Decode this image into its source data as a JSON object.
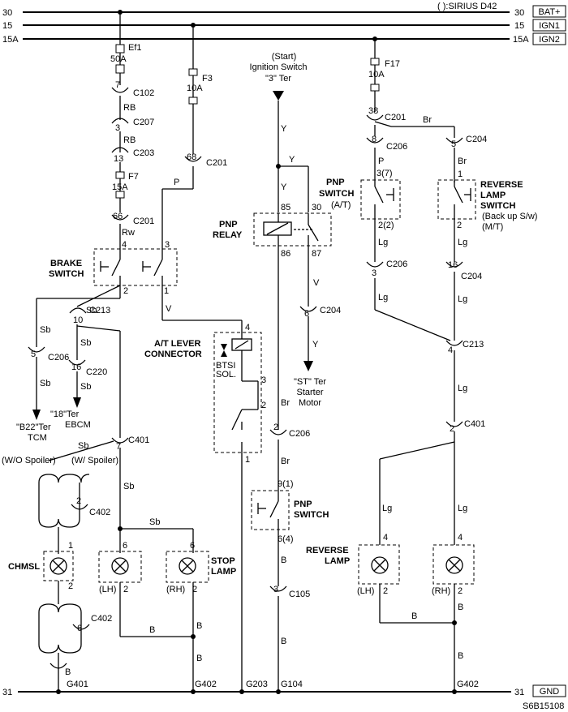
{
  "note": "( ):SIRIUS D42",
  "figure_id": "S6B15108",
  "rails": {
    "bat": {
      "num": "30",
      "box": "BAT+"
    },
    "ign1": {
      "num": "15",
      "box": "IGN1"
    },
    "ign2": {
      "num": "15A",
      "box": "IGN2"
    },
    "gnd": {
      "num": "31",
      "box": "GND"
    }
  },
  "fuses": {
    "ef1": {
      "name": "Ef1",
      "rating": "50A"
    },
    "f3": {
      "name": "F3",
      "rating": "10A"
    },
    "f7": {
      "name": "F7",
      "rating": "15A"
    },
    "f17": {
      "name": "F17",
      "rating": "10A"
    }
  },
  "wires": {
    "rb": "RB",
    "p": "P",
    "rw": "Rw",
    "y": "Y",
    "v": "V",
    "sb": "Sb",
    "br": "Br",
    "lg": "Lg",
    "b": "B"
  },
  "pins": {
    "p1": "1",
    "p2": "2",
    "p3": "3",
    "p4": "4",
    "p5": "5",
    "p6": "6",
    "p7": "7",
    "p8": "8",
    "p10": "10",
    "p13": "13",
    "p16": "16",
    "p30": "30",
    "p38": "38",
    "p66": "66",
    "p68": "68",
    "p85": "85",
    "p86": "86",
    "p87": "87",
    "p3_7": "3(7)",
    "p2_2": "2(2)",
    "p9_1": "9(1)",
    "p6_4": "6(4)"
  },
  "connectors": {
    "c102": "C102",
    "c207": "C207",
    "c203": "C203",
    "c201": "C201",
    "c206": "C206",
    "c204": "C204",
    "c213": "C213",
    "c220": "C220",
    "c401": "C401",
    "c402": "C402",
    "c105": "C105"
  },
  "grounds": {
    "g401": "G401",
    "g402": "G402",
    "g203": "G203",
    "g104": "G104"
  },
  "components": {
    "ign_switch": {
      "l1": "(Start)",
      "l2": "Ignition Switch",
      "l3": "\"3\" Ter"
    },
    "brake_switch": {
      "l1": "BRAKE",
      "l2": "SWITCH"
    },
    "pnp_relay": {
      "l1": "PNP",
      "l2": "RELAY"
    },
    "pnp_switch_at": {
      "l1": "PNP",
      "l2": "SWITCH",
      "l3": "(A/T)"
    },
    "reverse_switch": {
      "l1": "REVERSE",
      "l2": "LAMP",
      "l3": "SWITCH",
      "l4": "(Back up S/w)",
      "l5": "(M/T)"
    },
    "at_lever": {
      "l1": "A/T LEVER",
      "l2": "CONNECTOR",
      "l3": "BTSI",
      "l4": "SOL."
    },
    "starter": {
      "l1": "\"ST\" Ter",
      "l2": "Starter",
      "l3": "Motor"
    },
    "tcm": {
      "l1": "\"B22\"Ter",
      "l2": "TCM"
    },
    "ebcm": {
      "l1": "\"18\"Ter",
      "l2": "EBCM"
    },
    "pnp_switch": {
      "l1": "PNP",
      "l2": "SWITCH"
    },
    "chmsl": "CHMSL",
    "stop_lamp": {
      "l1": "STOP",
      "l2": "LAMP"
    },
    "reverse_lamp": {
      "l1": "REVERSE",
      "l2": "LAMP"
    },
    "wo_spoiler": "(W/O Spoiler)",
    "w_spoiler": "(W/ Spoiler)",
    "lh": "(LH)",
    "rh": "(RH)"
  }
}
